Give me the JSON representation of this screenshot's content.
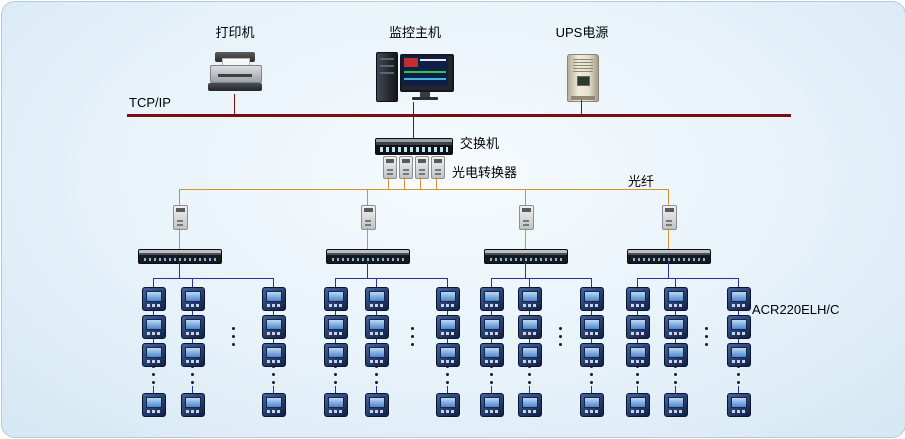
{
  "labels": {
    "printer": "打印机",
    "host": "监控主机",
    "ups": "UPS电源",
    "tcpip": "TCP/IP",
    "switch": "交换机",
    "converter": "光电转换器",
    "fiber": "光纤",
    "meter_model": "ACR220ELH/C"
  },
  "colors": {
    "tcpip_bus": "#7c0d0d",
    "fiber_line": "#d1952f",
    "meter_line": "#2d2da8",
    "panel_background": "#e7f2fa"
  },
  "topology": {
    "top_devices": [
      "打印机",
      "监控主机",
      "UPS电源"
    ],
    "backbone_bus": "TCP/IP",
    "core_switch": "交换机",
    "media_converters_label": "光电转换器",
    "fiber_label": "光纤",
    "distribution_groups": 4,
    "meter_columns_per_group": 3,
    "visible_meters_per_column": 4,
    "meter_model": "ACR220ELH/C"
  }
}
